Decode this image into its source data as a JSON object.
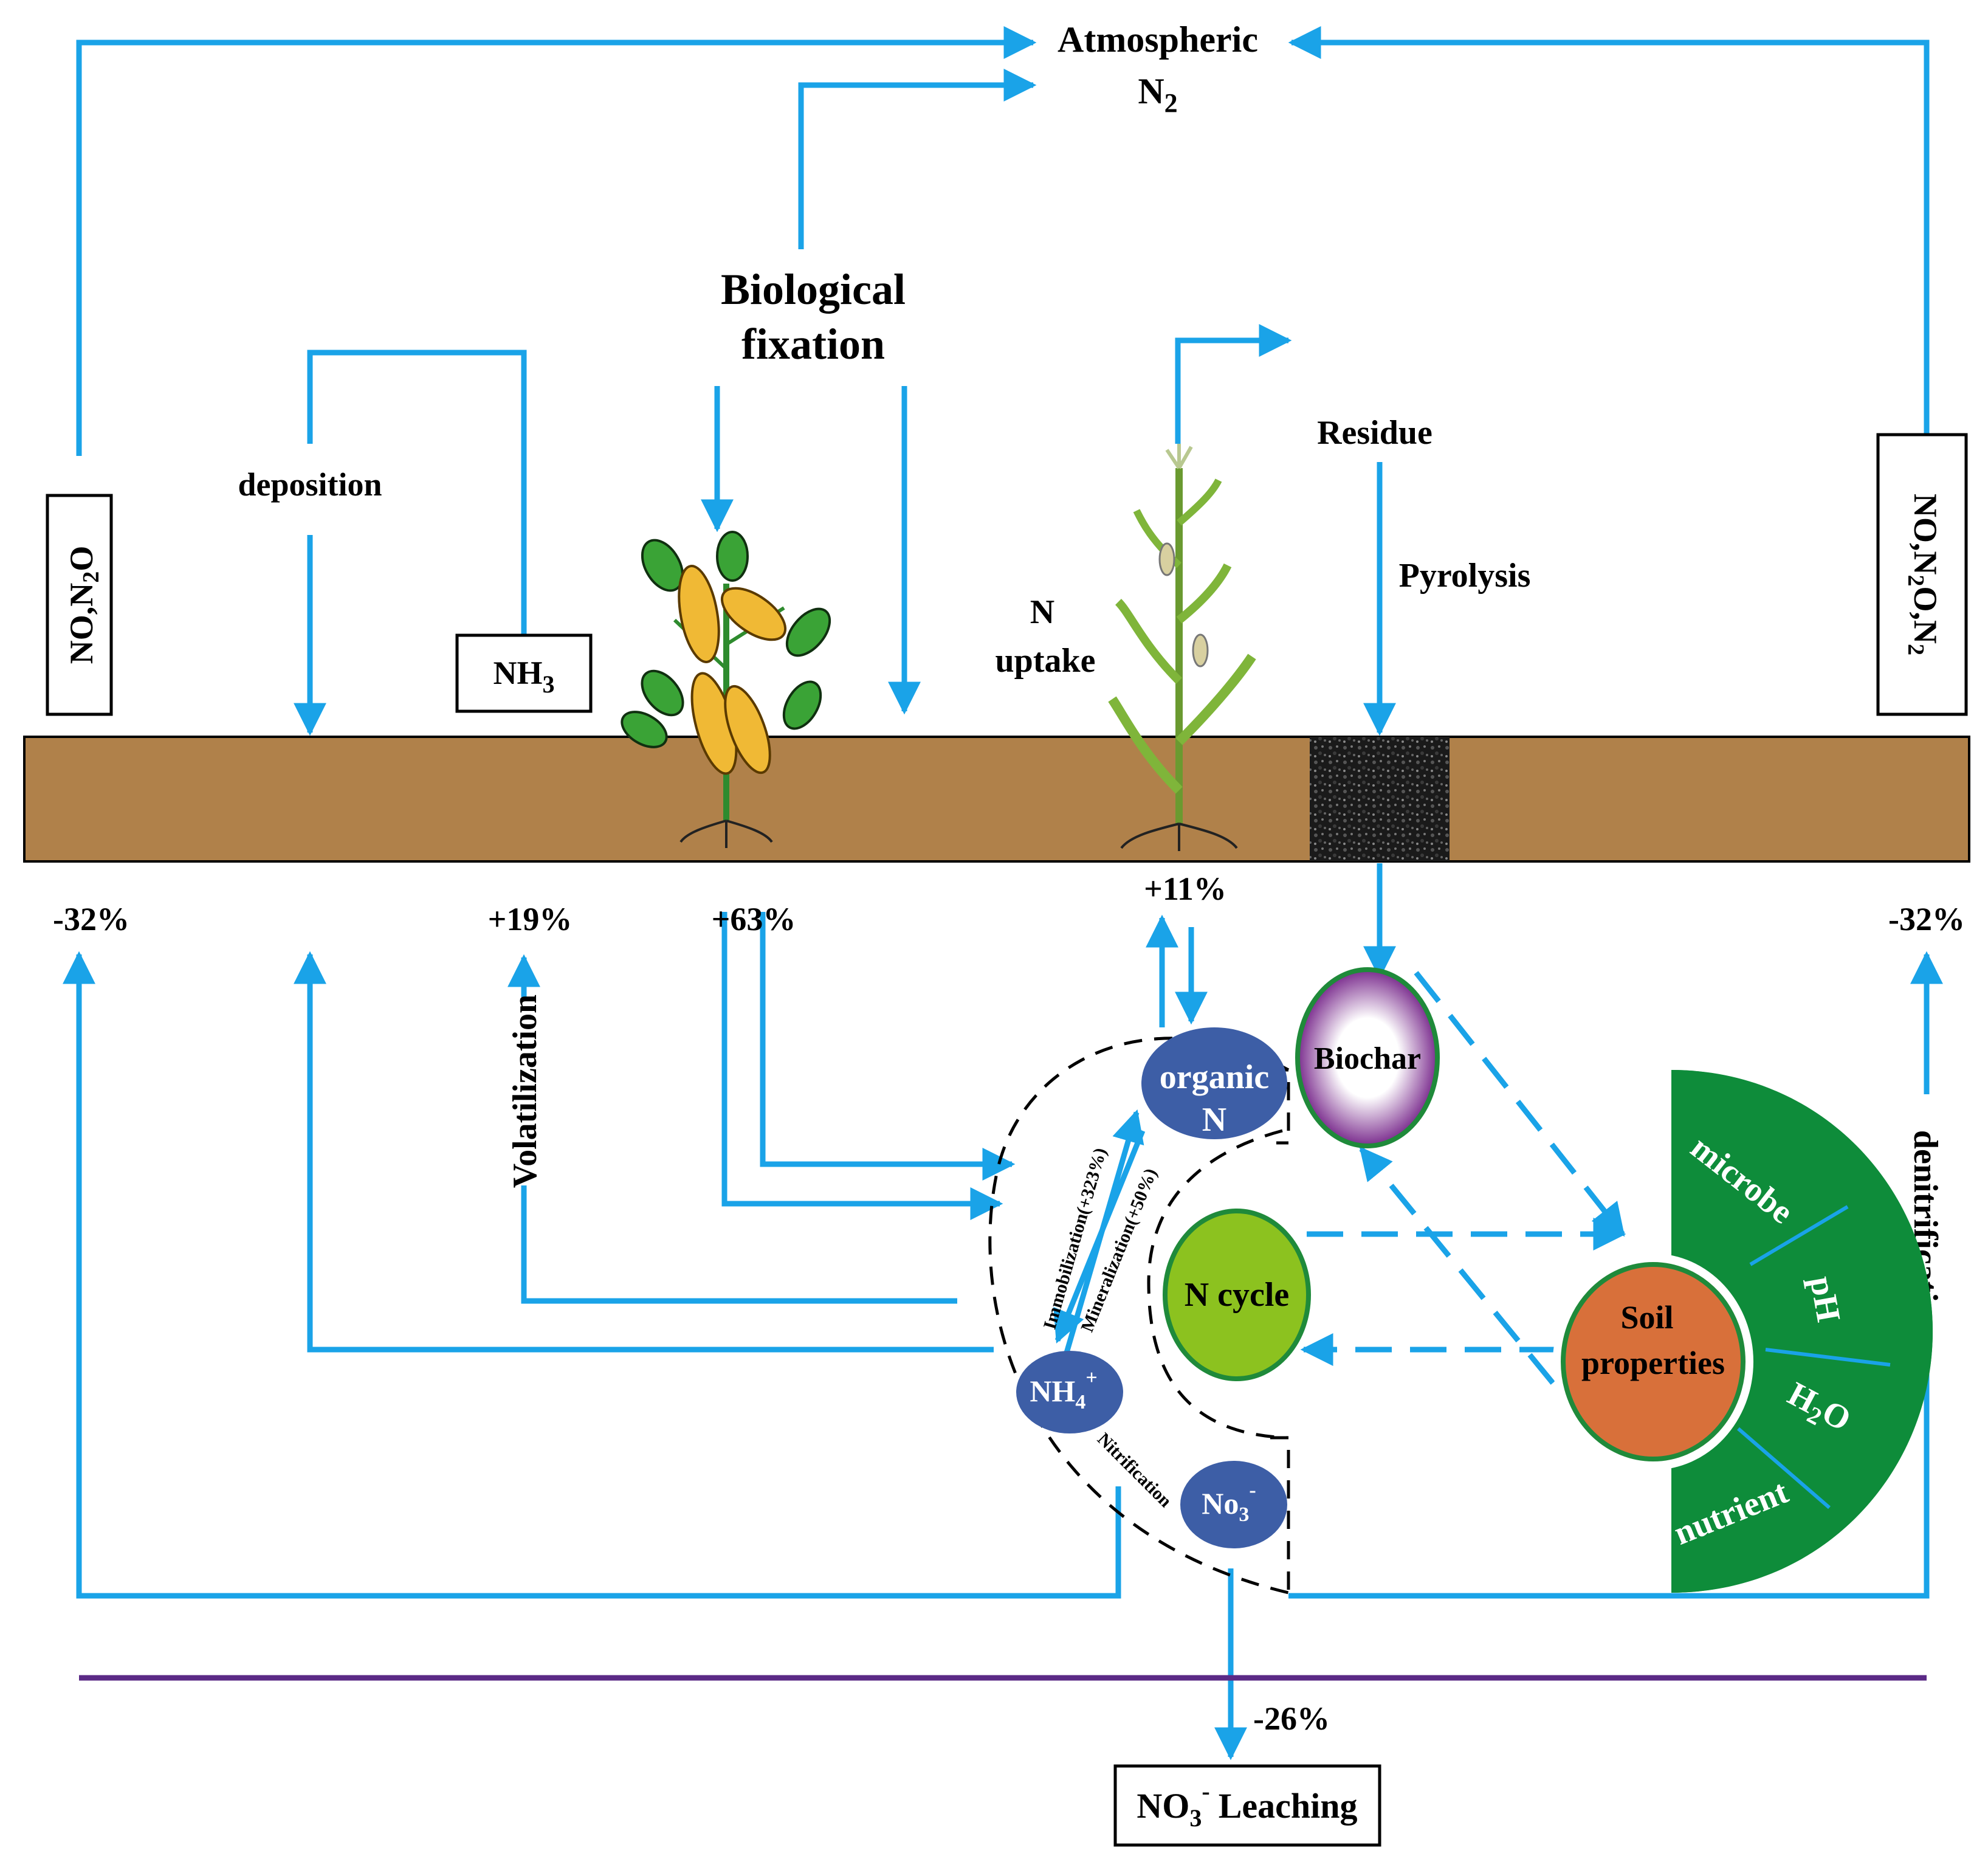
{
  "labels": {
    "atmospheric_line1": "Atmospheric",
    "atmospheric_n": "N",
    "atmospheric_sub": "2",
    "biological_line1": "Biological",
    "biological_line2": "fixation",
    "deposition": "deposition",
    "n_uptake_line1": "N",
    "n_uptake_line2": "uptake",
    "residue": "Residue",
    "pyrolysis": "Pyrolysis",
    "left_box_main": "NO,N",
    "left_box_sub": "2",
    "left_box_tail": "O",
    "nh3_main": "NH",
    "nh3_sub": "3",
    "right_box_main": "NO,N",
    "right_box_sub1": "2",
    "right_box_mid": "O,N",
    "right_box_sub2": "2",
    "volatilization": "Volatilization",
    "denitrification": "denitrification",
    "immobilization": "Immobilization(+323%)",
    "mineralization": "Mineralization(+50%)",
    "nitrification": "Nitrification",
    "leaching_main": "NO",
    "leaching_sub": "3",
    "leaching_sup": "-",
    "leaching_tail": "Leaching"
  },
  "percentages": {
    "no_n2o": "-32%",
    "nh3": "+19%",
    "fixation": "+63%",
    "uptake": "+11%",
    "denitrification": "-32%",
    "leaching": "-26%"
  },
  "nodes": {
    "organic_line1": "organic",
    "organic_line2": "N",
    "nh4_main": "NH",
    "nh4_sub": "4",
    "nh4_sup": "+",
    "no3_main": "No",
    "no3_sub": "3",
    "no3_sup": "-",
    "biochar": "Biochar",
    "n_cycle": "N cycle",
    "soil_line1": "Soil",
    "soil_line2": "properties"
  },
  "soil_segments": {
    "microbe": "microbe",
    "ph": "pH",
    "h2o_main": "H",
    "h2o_sub": "2",
    "h2o_tail": "O",
    "nutrient": "nutrient"
  },
  "colors": {
    "arrow": "#1aa3e8",
    "soil": "#b0814a",
    "node_blue": "#3d5ea6",
    "green_fan": "#0e8c3a",
    "n_cycle": "#8cc21f",
    "soil_props": "#d8703a",
    "biochar_ring": "#7b2d8e",
    "baseline": "#5b2a86"
  }
}
